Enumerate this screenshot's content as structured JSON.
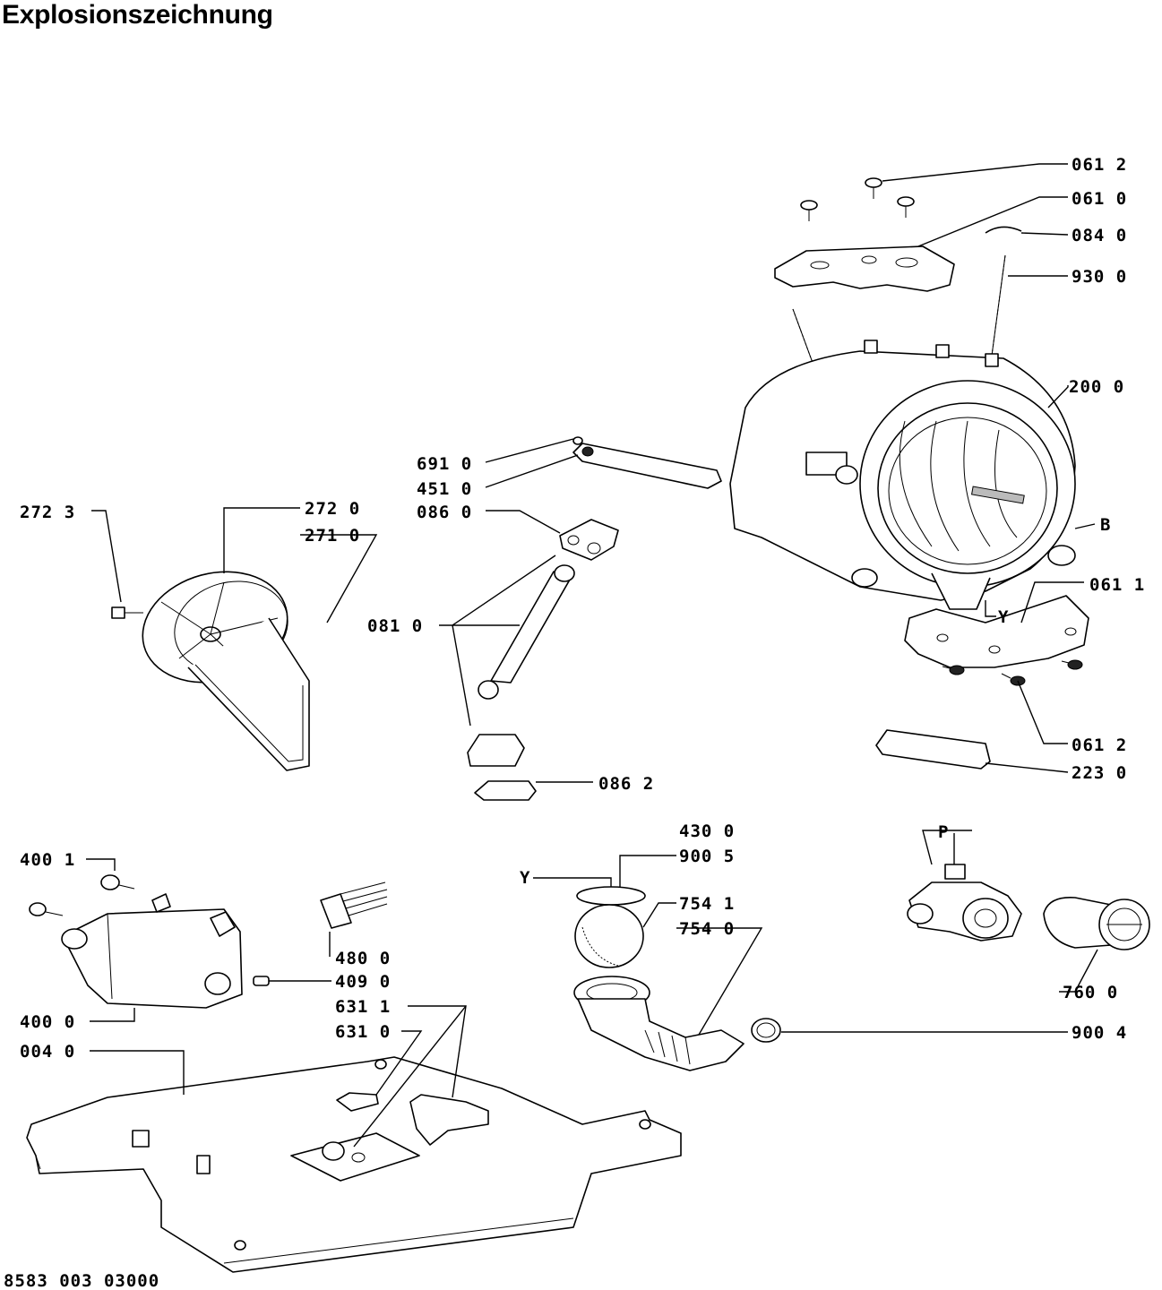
{
  "title": "Explosionszeichnung",
  "drawing_number": "8583 003 03000",
  "labels": {
    "l0612a": "061 2",
    "l0610": "061 0",
    "l0840": "084 0",
    "l9300": "930 0",
    "l2000": "200 0",
    "lB": "B",
    "l0611": "061 1",
    "lY1": "Y",
    "l0612b": "061 2",
    "l2230": "223 0",
    "l6910": "691 0",
    "l4510": "451 0",
    "l0860": "086 0",
    "l0810": "081 0",
    "l0862": "086 2",
    "l2723": "272 3",
    "l2720": "272 0",
    "l2710": "271 0",
    "l4300": "430 0",
    "lP": "P",
    "l9005": "900 5",
    "lY2": "Y",
    "l7541": "754 1",
    "l7540": "754 0",
    "l7600": "760 0",
    "l9004": "900 4",
    "l4001": "400 1",
    "l4800": "480 0",
    "l4090": "409 0",
    "l6311": "631 1",
    "l6310": "631 0",
    "l4000": "400 0",
    "l0040": "004 0"
  }
}
